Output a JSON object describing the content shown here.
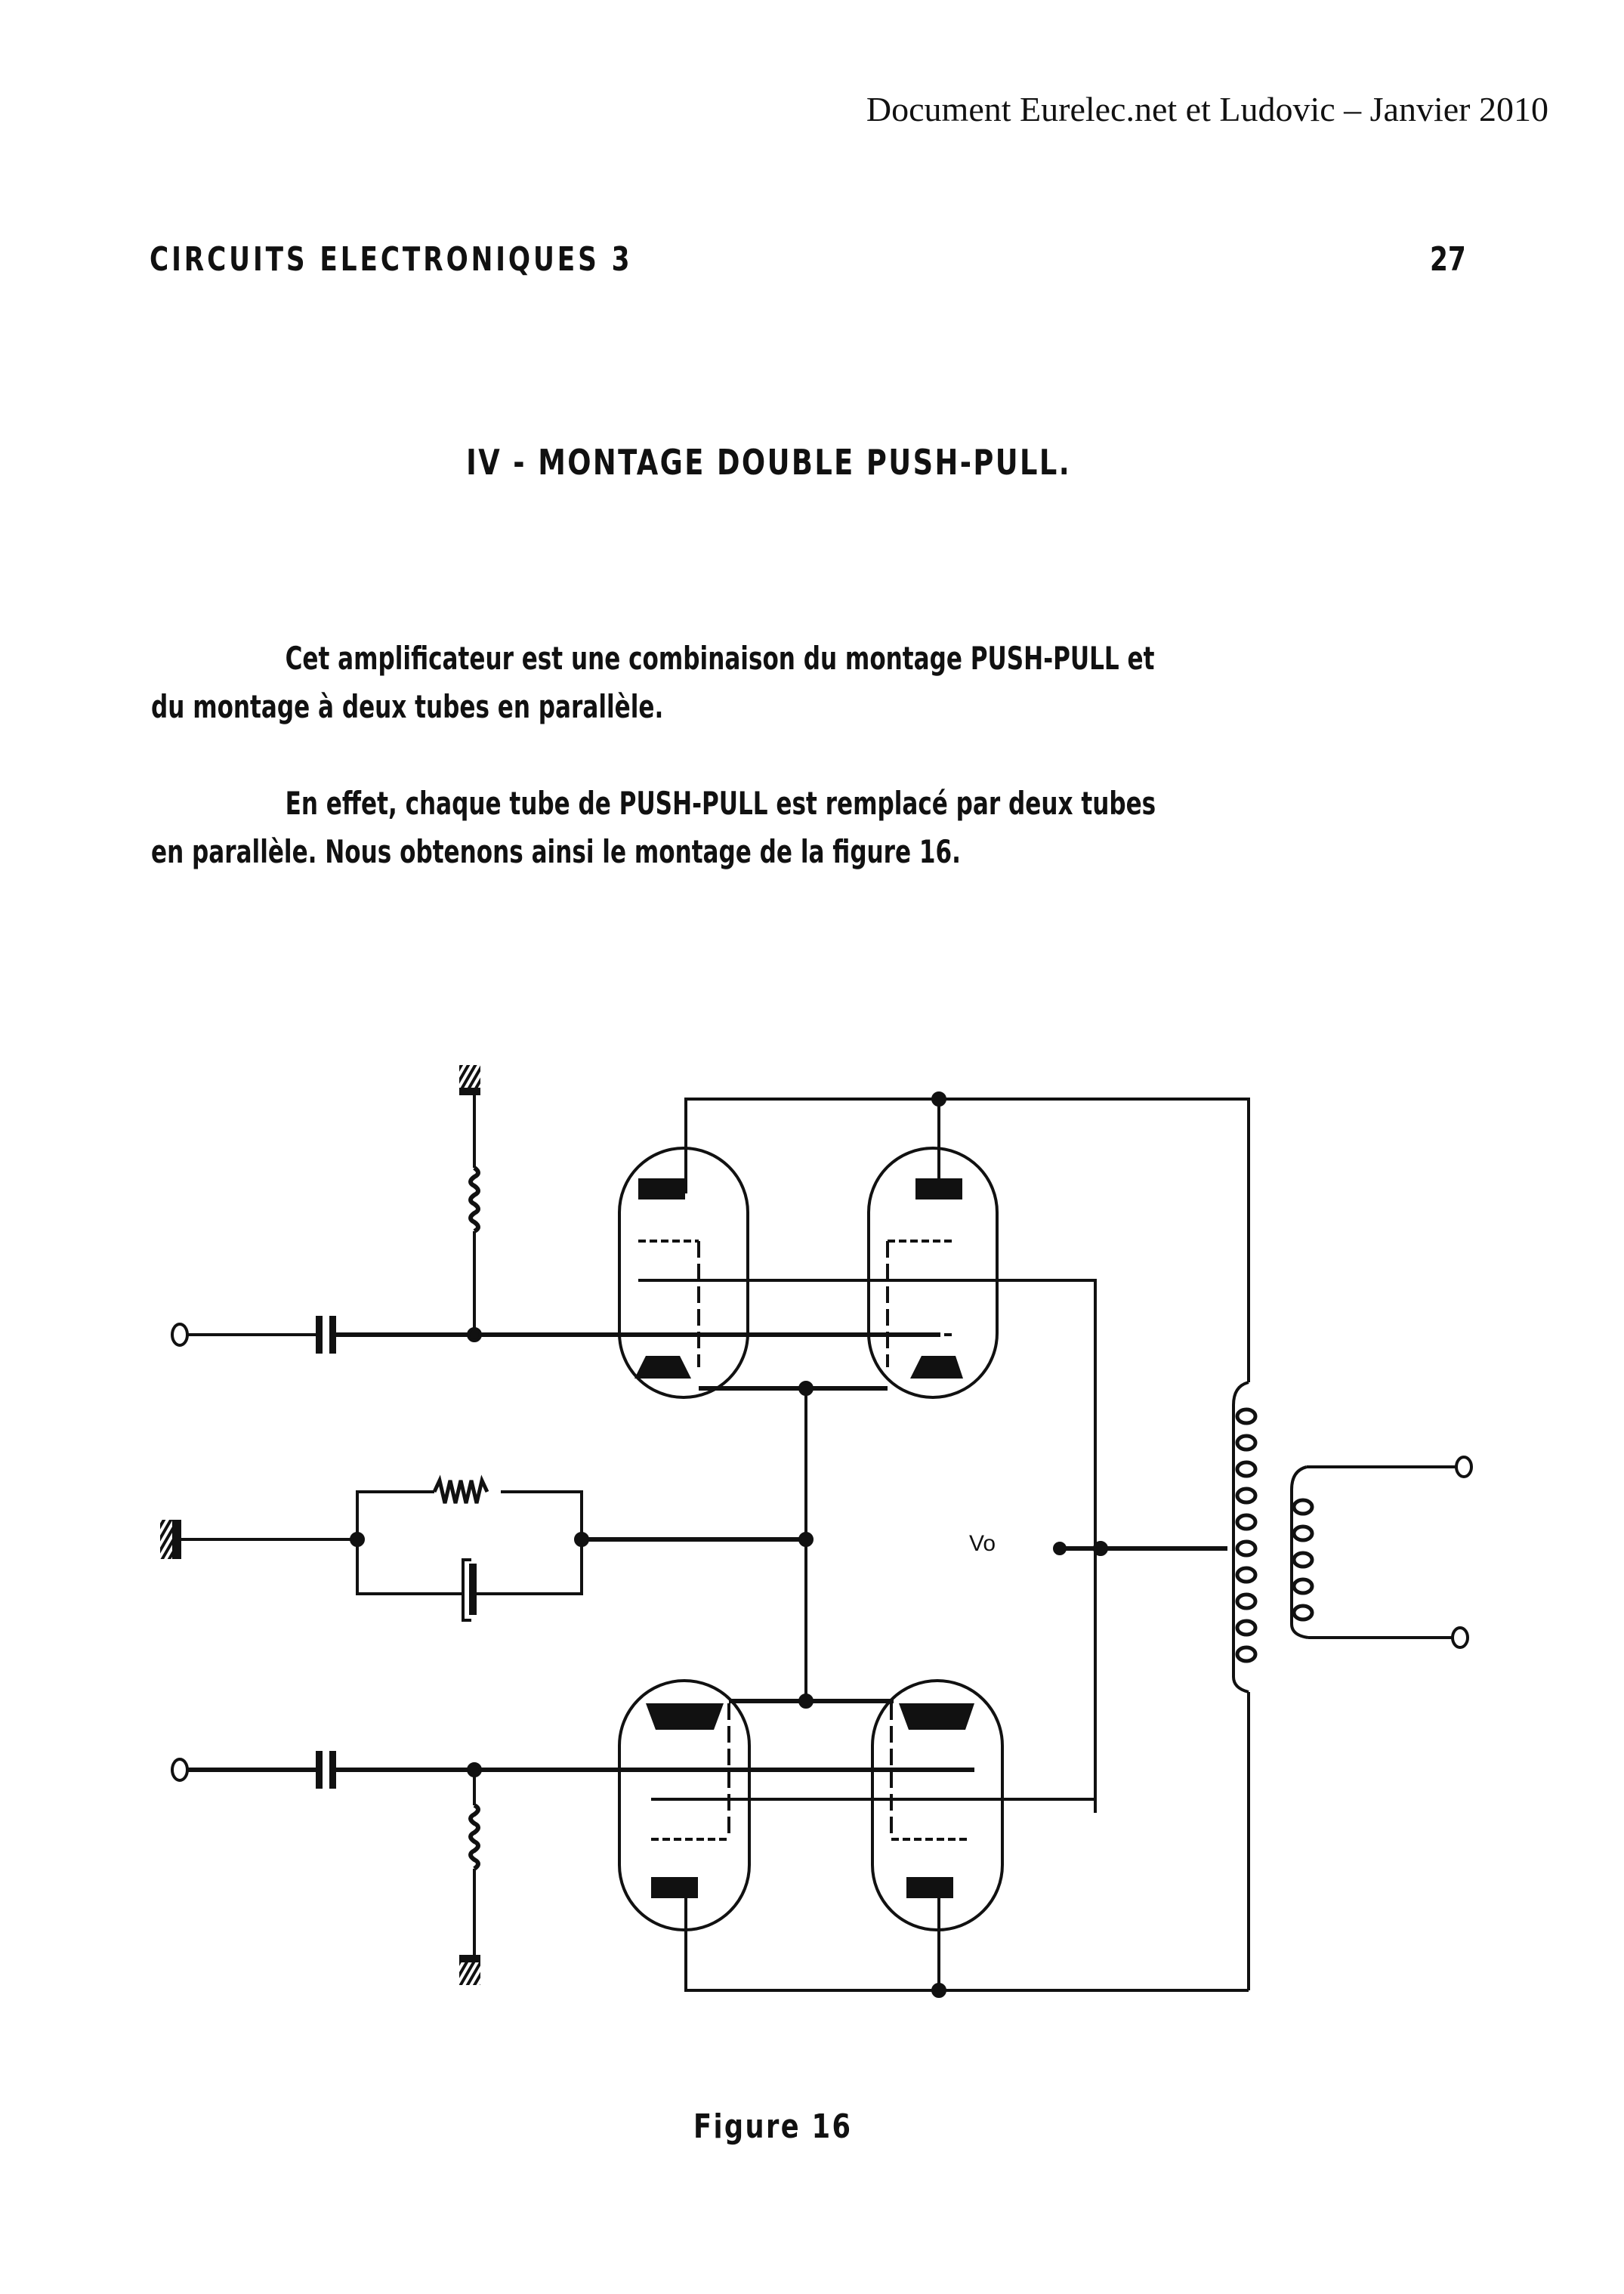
{
  "document": {
    "header_note": "Document Eurelec.net et Ludovic – Janvier 2010",
    "running_head": "CIRCUITS ELECTRONIQUES 3",
    "page_number": "27",
    "section_title": "IV - MONTAGE DOUBLE PUSH-PULL.",
    "paragraphs": [
      {
        "lines": [
          "Cet amplificateur est une combinaison du montage PUSH-PULL et",
          "du montage à deux tubes en parallèle."
        ]
      },
      {
        "lines": [
          "En effet, chaque tube de PUSH-PULL est remplacé par deux tubes",
          "en parallèle. Nous obtenons ainsi le montage de la figure 16."
        ]
      }
    ],
    "figure": {
      "caption": "Figure 16",
      "label_vo": "Vo",
      "components": [
        "input-terminal-top",
        "coupling-capacitor-top",
        "grid-resistor-top",
        "ground-top",
        "tube-top-left",
        "tube-top-right",
        "cathode-resistor",
        "cathode-capacitor",
        "ground-cathode",
        "input-terminal-bottom",
        "coupling-capacitor-bottom",
        "grid-resistor-bottom",
        "ground-bottom",
        "tube-bottom-left",
        "tube-bottom-right",
        "output-transformer-primary",
        "output-transformer-secondary",
        "output-terminal-top",
        "output-terminal-bottom"
      ]
    }
  }
}
